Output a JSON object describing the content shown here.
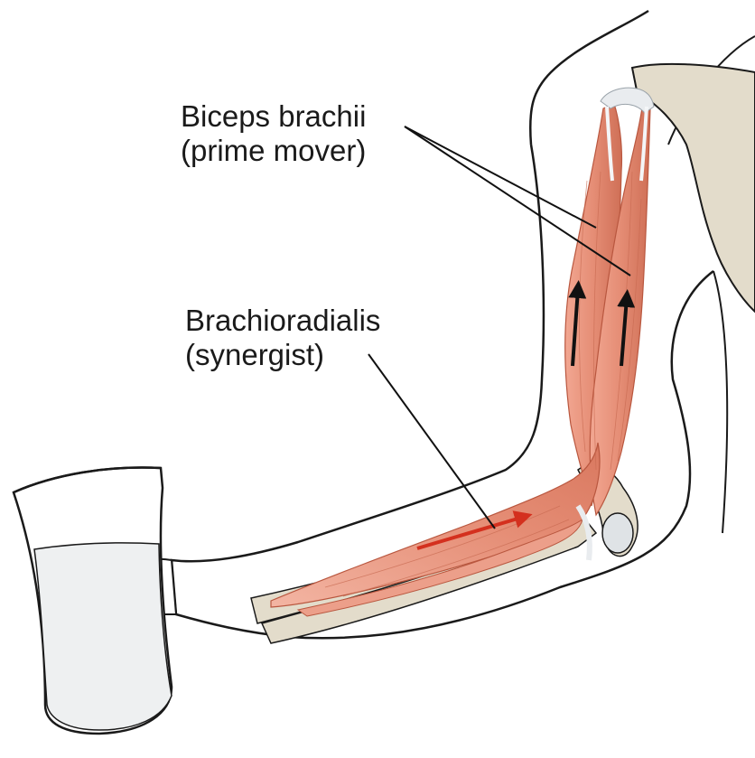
{
  "labels": {
    "biceps": {
      "line1": "Biceps brachii",
      "line2": "(prime mover)"
    },
    "brachioradialis": {
      "line1": "Brachioradialis",
      "line2": "(synergist)"
    }
  },
  "colors": {
    "muscle": "#e58d75",
    "muscle_dark": "#c8664e",
    "tendon": "#e9ecef",
    "bone": "#e3dccb",
    "outline": "#1a1a1a",
    "arrow_black": "#111111",
    "arrow_red": "#d4301e",
    "water": "#eef0f1"
  }
}
